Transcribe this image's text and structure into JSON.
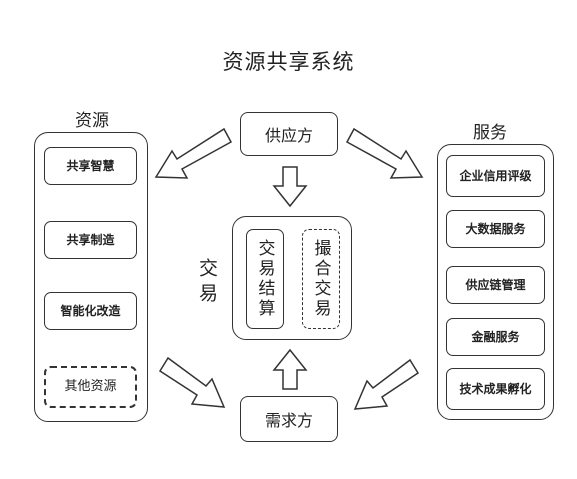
{
  "title": "资源共享系统",
  "resources": {
    "label": "资源",
    "items": [
      "共享智慧",
      "共享制造",
      "智能化改造",
      "其他资源"
    ]
  },
  "services": {
    "label": "服务",
    "items": [
      "企业信用评级",
      "大数据服务",
      "供应链管理",
      "金融服务",
      "技术成果孵化"
    ]
  },
  "supplier": "供应方",
  "demander": "需求方",
  "trade": {
    "label": "交易",
    "settlement": "交易结算",
    "matching": "撮合交易"
  }
}
